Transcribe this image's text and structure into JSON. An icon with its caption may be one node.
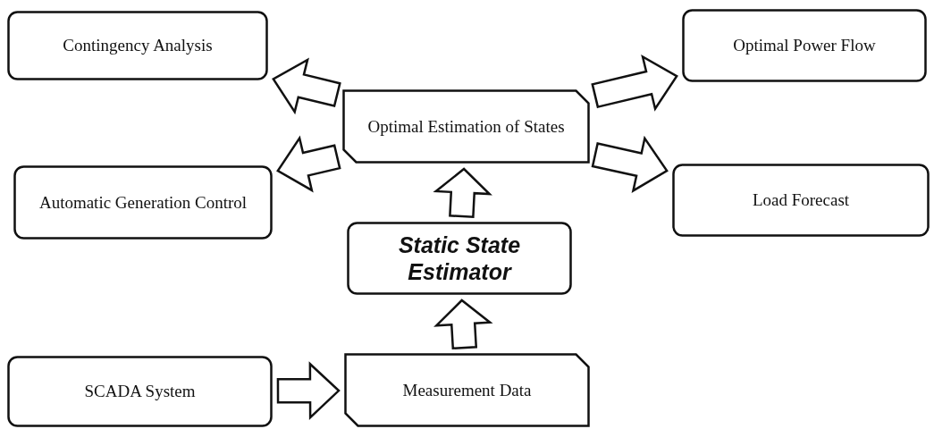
{
  "diagram": {
    "nodes": [
      {
        "text": [
          "Contingency Analysis"
        ]
      },
      {
        "text": [
          "Optimal Power Flow"
        ]
      },
      {
        "text": [
          "Optimal Estimation of States"
        ]
      },
      {
        "text": [
          "Automatic Generation Control"
        ]
      },
      {
        "text": [
          "Load Forecast"
        ]
      },
      {
        "text": [
          "Static State Estimator"
        ]
      },
      {
        "text": [
          "SCADA System"
        ]
      },
      {
        "text": [
          "Measurement Data"
        ]
      }
    ],
    "edges": [
      {
        "from": 6,
        "to": 7,
        "arrow": "to"
      },
      {
        "from": 7,
        "to": 5,
        "arrow": "to"
      },
      {
        "from": 5,
        "to": 2,
        "arrow": "to"
      },
      {
        "from": 2,
        "to": 0,
        "arrow": "to"
      },
      {
        "from": 2,
        "to": 3,
        "arrow": "to"
      },
      {
        "from": 2,
        "to": 1,
        "arrow": "to"
      },
      {
        "from": 2,
        "to": 4,
        "arrow": "to"
      }
    ]
  }
}
